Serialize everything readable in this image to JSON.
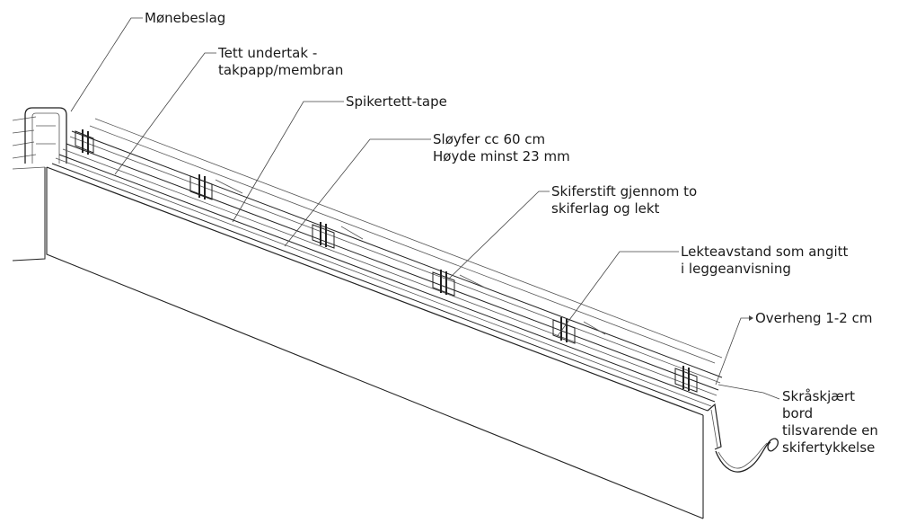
{
  "labels": {
    "ridge_flashing": "Mønebeslag",
    "underlay_1": "Tett undertak -",
    "underlay_2": "takpapp/membran",
    "nail_tape": "Spikertett-tape",
    "battens_1": "Sløyfer cc 60 cm",
    "battens_2": "Høyde minst 23 mm",
    "slate_nail_1": "Skiferstift gjennom to",
    "slate_nail_2": "skiferlag og lekt",
    "lath_spacing_1": "Lekteavstand som angitt",
    "lath_spacing_2": "i leggeanvisning",
    "overhang": "Overheng 1-2 cm",
    "bevel_board_1": "Skråskjært",
    "bevel_board_2": "bord",
    "bevel_board_3": "tilsvarende en",
    "bevel_board_4": "skifertykkelse"
  },
  "colors": {
    "line": "#222222",
    "text": "#1a1a1a"
  }
}
